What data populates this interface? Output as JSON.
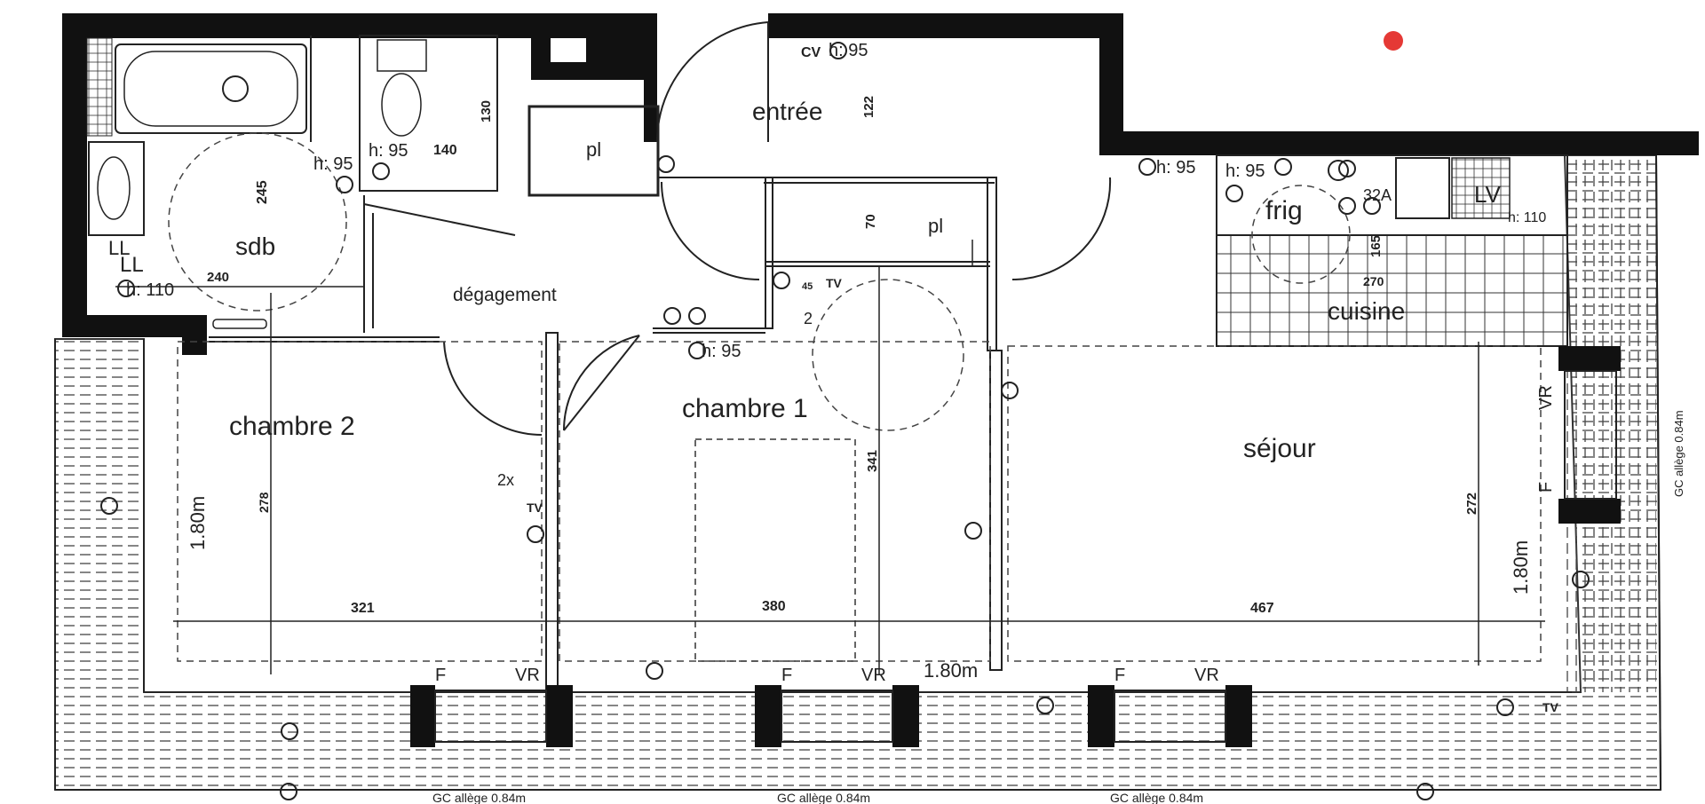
{
  "rooms": {
    "bathroom": "sdb",
    "hallway": "dégagement",
    "entry": "entrée",
    "closet": "pl",
    "bedroom_1": "chambre 1",
    "bedroom_2": "chambre 2",
    "living": "séjour",
    "kitchen": "cuisine"
  },
  "dimensions": {
    "sdb_diameter": "245",
    "sdb_width": "240",
    "wc_width": "140",
    "wc_height": "130",
    "entry_height": "122",
    "closet_height": "70",
    "kitchen_height": "165",
    "kitchen_width": "270",
    "ch2_height": "278",
    "ch2_width": "321",
    "ch1_height": "341",
    "ch1_width": "380",
    "sejour_height": "272",
    "sejour_width": "467"
  },
  "labels": {
    "h95_a": "h: 95",
    "h95_b": "h: 95",
    "h95_c": "h: 95",
    "h95_d": "h: 95",
    "h95_e": "h: 95",
    "h95_f": "h: 95",
    "h110_a": "h: 110",
    "h110_b": "h: 110",
    "cv": "CV",
    "frig": "frig",
    "lv": "LV",
    "f32a": "32A",
    "f": "F",
    "ll1": "LL",
    "ll2": "LL",
    "tv": "TV",
    "two": "2",
    "two_x": "2x",
    "fortyfive": "45",
    "vr": "VR",
    "free_height_ch2": "1.80m",
    "free_height_mid": "1.80m",
    "free_height_sejour": "1.80m",
    "gc_note": "GC allège 0.84m"
  },
  "colors": {
    "wall": "#111111",
    "marker": "#e53935"
  }
}
